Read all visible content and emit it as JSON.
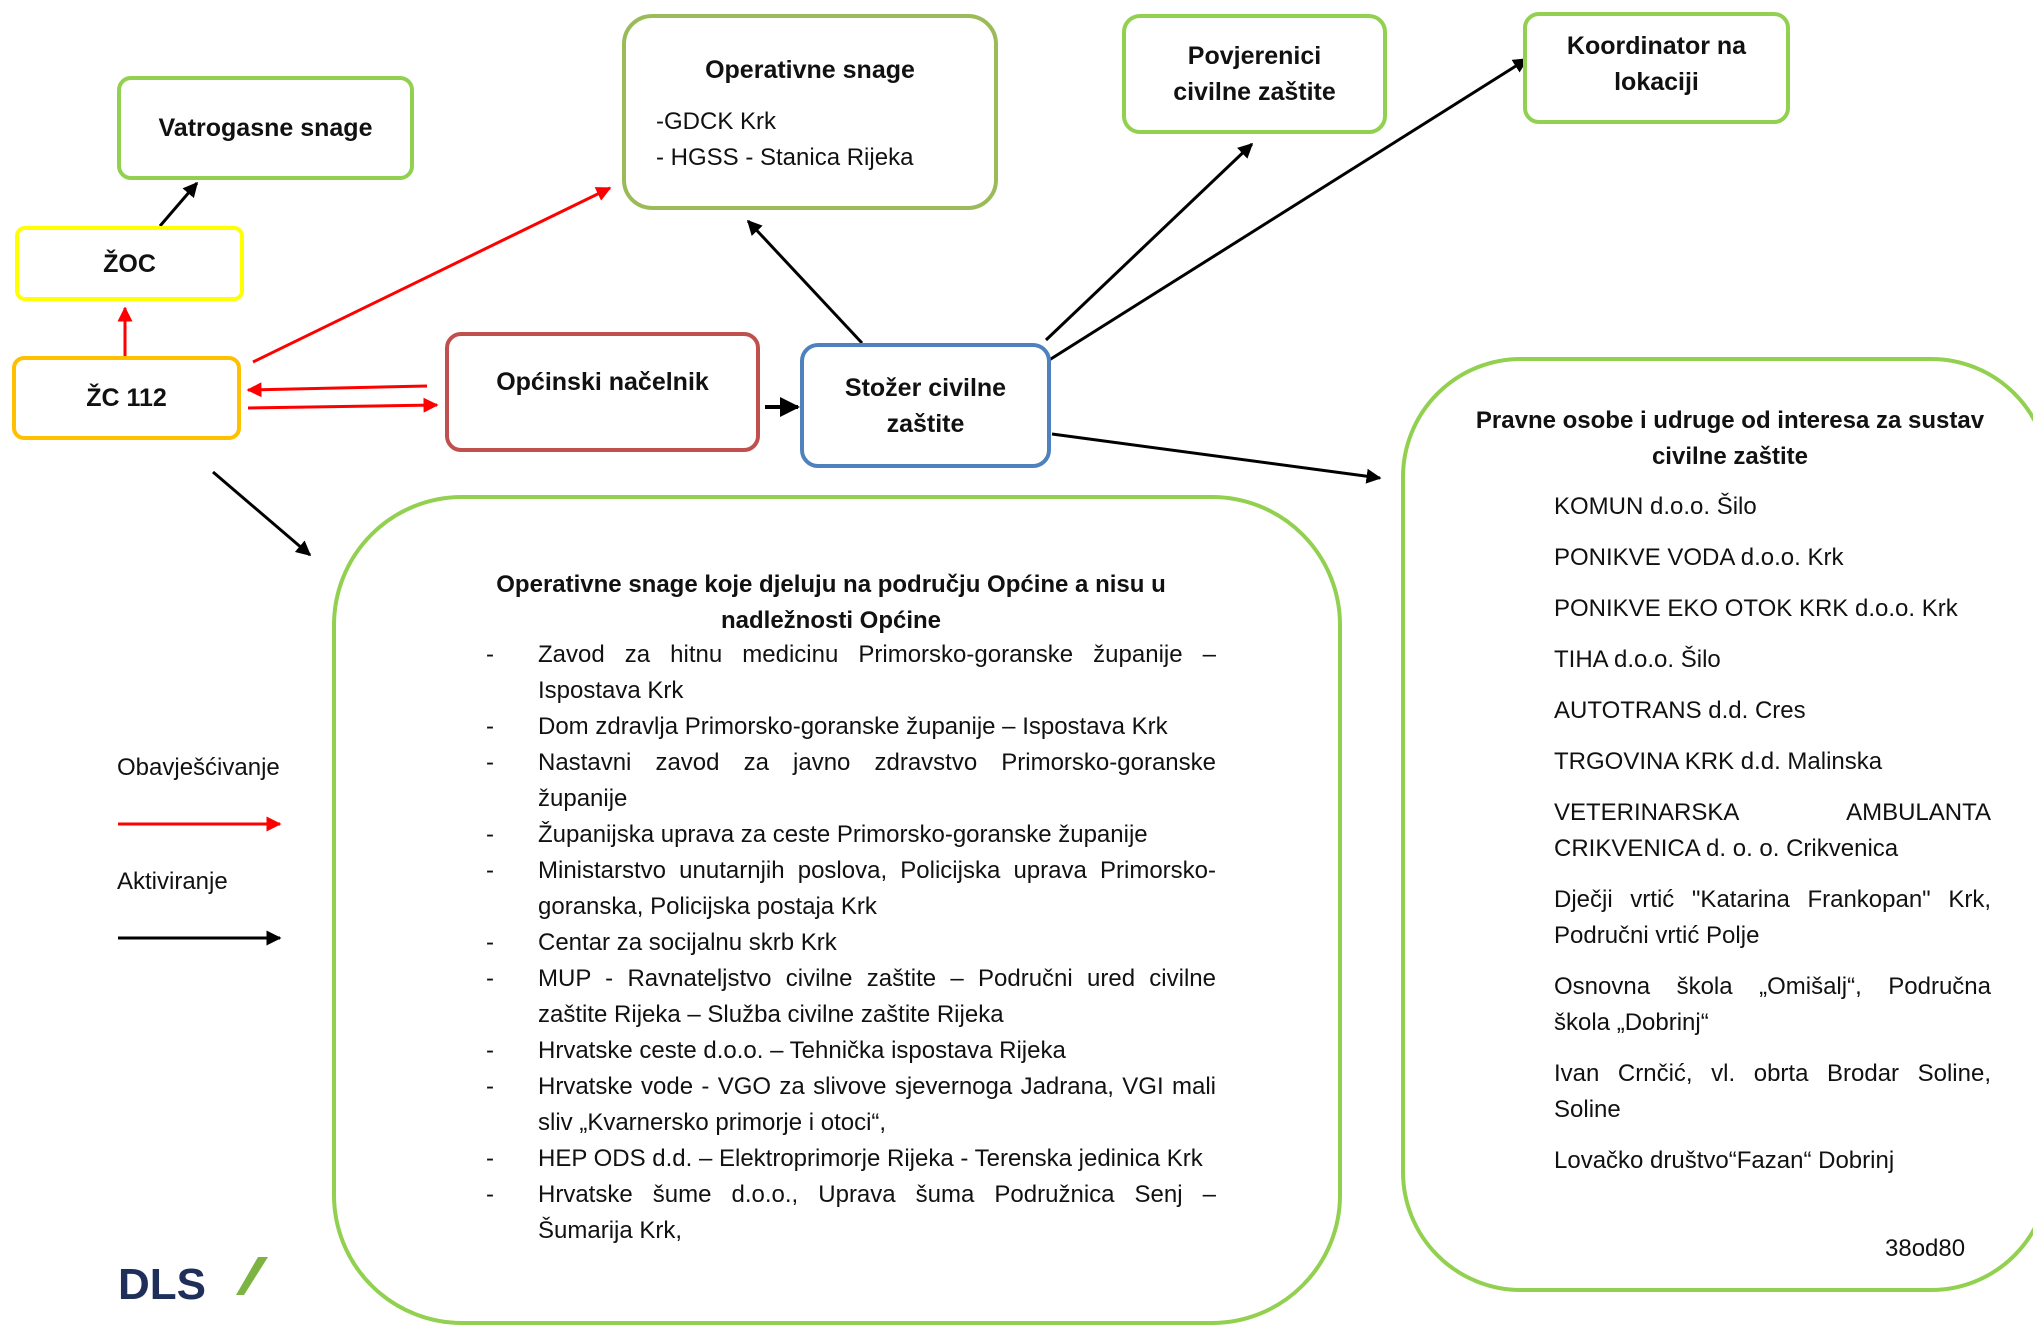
{
  "nodes": {
    "vatrogasne": "Vatrogasne snage",
    "zoc": "ŽOC",
    "zc112": "ŽC 112",
    "nacelnik": "Općinski načelnik",
    "stozer": "Stožer civilne zaštite",
    "operativne": {
      "title": "Operativne snage",
      "items": [
        "-GDCK Krk",
        "- HGSS - Stanica Rijeka"
      ]
    },
    "povjerenici": "Povjerenici civilne zaštite",
    "koordinator": "Koordinator na lokaciji"
  },
  "operativne_izvan": {
    "title": "Operativne snage koje djeluju na području Općine a nisu u nadležnosti Općine",
    "items": [
      "Zavod za hitnu medicinu Primorsko-goranske županije – Ispostava Krk",
      "Dom zdravlja Primorsko-goranske županije – Ispostava Krk",
      "Nastavni zavod za javno zdravstvo Primorsko-goranske županije",
      "Županijska uprava za ceste Primorsko-goranske županije",
      "Ministarstvo unutarnjih poslova, Policijska uprava Primorsko-goranska, Policijska postaja Krk",
      "Centar za socijalnu skrb Krk",
      "MUP - Ravnateljstvo civilne zaštite – Područni ured civilne zaštite Rijeka – Služba civilne zaštite Rijeka",
      "Hrvatske ceste d.o.o. – Tehnička ispostava Rijeka",
      "Hrvatske vode - VGO za slivove sjevernoga Jadrana, VGI mali sliv „Kvarnersko primorje i otoci“,",
      "HEP ODS d.d. – Elektroprimorje Rijeka - Terenska jedinica Krk",
      "Hrvatske šume d.o.o., Uprava šuma Podružnica Senj – Šumarija Krk,"
    ]
  },
  "pravne_osobe": {
    "title": "Pravne osobe i udruge od interesa za sustav civilne zaštite",
    "items": [
      "KOMUN d.o.o. Šilo",
      "PONIKVE VODA d.o.o. Krk",
      "PONIKVE EKO OTOK KRK d.o.o. Krk",
      "TIHA d.o.o. Šilo",
      "AUTOTRANS d.d. Cres",
      "TRGOVINA KRK d.d. Malinska",
      "VETERINARSKA AMBULANTA CRIKVENICA d. o. o. Crikvenica",
      "Dječji vrtić \"Katarina Frankopan\" Krk, Područni vrtić Polje",
      "Osnovna škola „Omišalj“, Područna škola „Dobrinj“",
      "Ivan Crnčić, vl. obrta Brodar Soline, Soline",
      "Lovačko društvo“Fazan“ Dobrinj"
    ]
  },
  "legend": {
    "obavjescivanje": "Obavješćivanje",
    "aktiviranje": "Aktiviranje"
  },
  "colors": {
    "notify_arrow": "#ff0000",
    "activate_arrow": "#000000"
  },
  "page_number": "38od80",
  "logo_text": "DLS"
}
